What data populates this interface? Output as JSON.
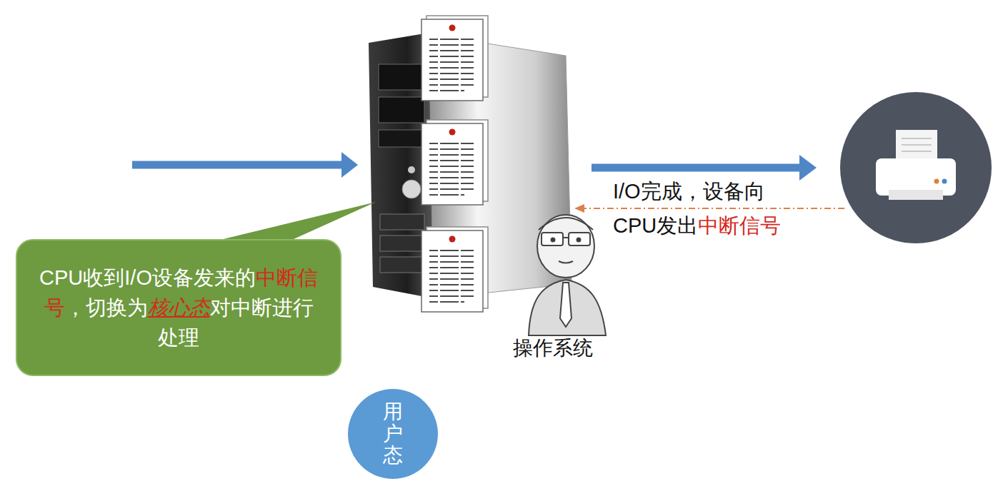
{
  "diagram": {
    "nodes": [
      {
        "text": [
          "CPU收到I/O设备发来的中断信号，切换为核心态对中断进行处理"
        ]
      },
      {
        "text": [
          "用户态"
        ]
      }
    ],
    "labels": [
      "I/O完成，设备向 CPU发出中断信号",
      "操作系统"
    ]
  }
}
